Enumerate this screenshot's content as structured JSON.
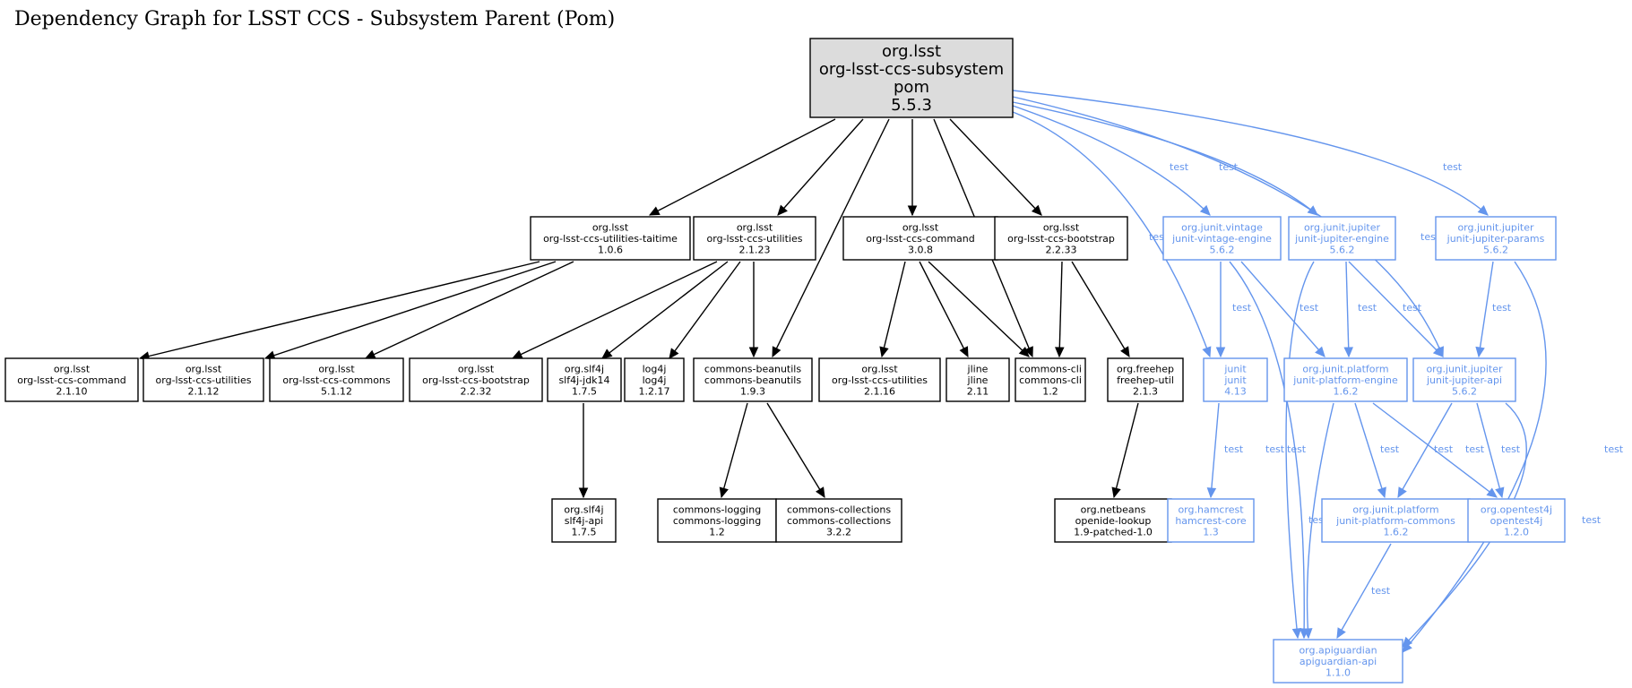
{
  "title": "Dependency Graph for LSST CCS - Subsystem Parent (Pom)",
  "colors": {
    "normal": "#000000",
    "test": "#6495ed",
    "root_fill": "#dcdcdc"
  },
  "nodes": [
    {
      "id": "root",
      "group": "org.lsst",
      "artifact": "org-lsst-ccs-subsystem",
      "version": "pom",
      "extra": "5.5.3",
      "style": "root"
    },
    {
      "id": "util-taitime",
      "group": "org.lsst",
      "artifact": "org-lsst-ccs-utilities-taitime",
      "version": "1.0.6",
      "style": "normal"
    },
    {
      "id": "util-2123",
      "group": "org.lsst",
      "artifact": "org-lsst-ccs-utilities",
      "version": "2.1.23",
      "style": "normal"
    },
    {
      "id": "command-308",
      "group": "org.lsst",
      "artifact": "org-lsst-ccs-command",
      "version": "3.0.8",
      "style": "normal"
    },
    {
      "id": "bootstrap-2233",
      "group": "org.lsst",
      "artifact": "org-lsst-ccs-bootstrap",
      "version": "2.2.33",
      "style": "normal"
    },
    {
      "id": "vintage-engine",
      "group": "org.junit.vintage",
      "artifact": "junit-vintage-engine",
      "version": "5.6.2",
      "style": "test"
    },
    {
      "id": "jupiter-engine",
      "group": "org.junit.jupiter",
      "artifact": "junit-jupiter-engine",
      "version": "5.6.2",
      "style": "test"
    },
    {
      "id": "jupiter-params",
      "group": "org.junit.jupiter",
      "artifact": "junit-jupiter-params",
      "version": "5.6.2",
      "style": "test"
    },
    {
      "id": "command-2110",
      "group": "org.lsst",
      "artifact": "org-lsst-ccs-command",
      "version": "2.1.10",
      "style": "normal"
    },
    {
      "id": "util-2112",
      "group": "org.lsst",
      "artifact": "org-lsst-ccs-utilities",
      "version": "2.1.12",
      "style": "normal"
    },
    {
      "id": "commons-5112",
      "group": "org.lsst",
      "artifact": "org-lsst-ccs-commons",
      "version": "5.1.12",
      "style": "normal"
    },
    {
      "id": "bootstrap-2232",
      "group": "org.lsst",
      "artifact": "org-lsst-ccs-bootstrap",
      "version": "2.2.32",
      "style": "normal"
    },
    {
      "id": "slf4j-jdk14",
      "group": "org.slf4j",
      "artifact": "slf4j-jdk14",
      "version": "1.7.5",
      "style": "normal"
    },
    {
      "id": "log4j",
      "group": "log4j",
      "artifact": "log4j",
      "version": "1.2.17",
      "style": "normal"
    },
    {
      "id": "beanutils",
      "group": "commons-beanutils",
      "artifact": "commons-beanutils",
      "version": "1.9.3",
      "style": "normal"
    },
    {
      "id": "util-2116",
      "group": "org.lsst",
      "artifact": "org-lsst-ccs-utilities",
      "version": "2.1.16",
      "style": "normal"
    },
    {
      "id": "jline",
      "group": "jline",
      "artifact": "jline",
      "version": "2.11",
      "style": "normal"
    },
    {
      "id": "commons-cli",
      "group": "commons-cli",
      "artifact": "commons-cli",
      "version": "1.2",
      "style": "normal"
    },
    {
      "id": "freehep",
      "group": "org.freehep",
      "artifact": "freehep-util",
      "version": "2.1.3",
      "style": "normal"
    },
    {
      "id": "junit",
      "group": "junit",
      "artifact": "junit",
      "version": "4.13",
      "style": "test"
    },
    {
      "id": "platform-engine",
      "group": "org.junit.platform",
      "artifact": "junit-platform-engine",
      "version": "1.6.2",
      "style": "test"
    },
    {
      "id": "jupiter-api",
      "group": "org.junit.jupiter",
      "artifact": "junit-jupiter-api",
      "version": "5.6.2",
      "style": "test"
    },
    {
      "id": "slf4j-api",
      "group": "org.slf4j",
      "artifact": "slf4j-api",
      "version": "1.7.5",
      "style": "normal"
    },
    {
      "id": "commons-logging",
      "group": "commons-logging",
      "artifact": "commons-logging",
      "version": "1.2",
      "style": "normal"
    },
    {
      "id": "commons-collections",
      "group": "commons-collections",
      "artifact": "commons-collections",
      "version": "3.2.2",
      "style": "normal"
    },
    {
      "id": "openide",
      "group": "org.netbeans",
      "artifact": "openide-lookup",
      "version": "1.9-patched-1.0",
      "style": "normal"
    },
    {
      "id": "hamcrest",
      "group": "org.hamcrest",
      "artifact": "hamcrest-core",
      "version": "1.3",
      "style": "test"
    },
    {
      "id": "platform-commons",
      "group": "org.junit.platform",
      "artifact": "junit-platform-commons",
      "version": "1.6.2",
      "style": "test"
    },
    {
      "id": "opentest4j",
      "group": "org.opentest4j",
      "artifact": "opentest4j",
      "version": "1.2.0",
      "style": "test"
    },
    {
      "id": "apiguardian",
      "group": "org.apiguardian",
      "artifact": "apiguardian-api",
      "version": "1.1.0",
      "style": "test"
    }
  ],
  "edges": [
    {
      "id": "root-taitime",
      "from": "root",
      "to": "util-taitime",
      "style": "normal",
      "label": ""
    },
    {
      "id": "root-util",
      "from": "root",
      "to": "util-2123",
      "style": "normal",
      "label": ""
    },
    {
      "id": "root-beanutils",
      "from": "root",
      "to": "beanutils",
      "style": "normal",
      "label": ""
    },
    {
      "id": "root-command",
      "from": "root",
      "to": "command-308",
      "style": "normal",
      "label": ""
    },
    {
      "id": "root-cli",
      "from": "root",
      "to": "commons-cli",
      "style": "normal",
      "label": ""
    },
    {
      "id": "root-bootstrap",
      "from": "root",
      "to": "bootstrap-2233",
      "style": "normal",
      "label": ""
    },
    {
      "id": "root-junit",
      "from": "root",
      "to": "junit",
      "style": "test",
      "label": "test"
    },
    {
      "id": "root-vintage",
      "from": "root",
      "to": "vintage-engine",
      "style": "test",
      "label": "test"
    },
    {
      "id": "root-jengine",
      "from": "root",
      "to": "jupiter-engine",
      "style": "test",
      "label": "test"
    },
    {
      "id": "root-japi",
      "from": "root",
      "to": "jupiter-api",
      "style": "test",
      "label": "test"
    },
    {
      "id": "root-params",
      "from": "root",
      "to": "jupiter-params",
      "style": "test",
      "label": "test"
    },
    {
      "id": "taitime-cmd2110",
      "from": "util-taitime",
      "to": "command-2110",
      "style": "normal",
      "label": ""
    },
    {
      "id": "taitime-util2112",
      "from": "util-taitime",
      "to": "util-2112",
      "style": "normal",
      "label": ""
    },
    {
      "id": "taitime-commons",
      "from": "util-taitime",
      "to": "commons-5112",
      "style": "normal",
      "label": ""
    },
    {
      "id": "util-bootstrap2232",
      "from": "util-2123",
      "to": "bootstrap-2232",
      "style": "normal",
      "label": ""
    },
    {
      "id": "util-slf4jjdk",
      "from": "util-2123",
      "to": "slf4j-jdk14",
      "style": "normal",
      "label": ""
    },
    {
      "id": "util-log4j",
      "from": "util-2123",
      "to": "log4j",
      "style": "normal",
      "label": ""
    },
    {
      "id": "util-beanutils",
      "from": "util-2123",
      "to": "beanutils",
      "style": "normal",
      "label": ""
    },
    {
      "id": "cmd-util2116",
      "from": "command-308",
      "to": "util-2116",
      "style": "normal",
      "label": ""
    },
    {
      "id": "cmd-jline",
      "from": "command-308",
      "to": "jline",
      "style": "normal",
      "label": ""
    },
    {
      "id": "cmd-cli",
      "from": "command-308",
      "to": "commons-cli",
      "style": "normal",
      "label": ""
    },
    {
      "id": "boot-cli",
      "from": "bootstrap-2233",
      "to": "commons-cli",
      "style": "normal",
      "label": ""
    },
    {
      "id": "boot-freehep",
      "from": "bootstrap-2233",
      "to": "freehep",
      "style": "normal",
      "label": ""
    },
    {
      "id": "slf4jjdk-api",
      "from": "slf4j-jdk14",
      "to": "slf4j-api",
      "style": "normal",
      "label": ""
    },
    {
      "id": "bean-logging",
      "from": "beanutils",
      "to": "commons-logging",
      "style": "normal",
      "label": ""
    },
    {
      "id": "bean-collections",
      "from": "beanutils",
      "to": "commons-collections",
      "style": "normal",
      "label": ""
    },
    {
      "id": "freehep-openide",
      "from": "freehep",
      "to": "openide",
      "style": "normal",
      "label": ""
    },
    {
      "id": "vintage-junit",
      "from": "vintage-engine",
      "to": "junit",
      "style": "test",
      "label": "test"
    },
    {
      "id": "vintage-pengine",
      "from": "vintage-engine",
      "to": "platform-engine",
      "style": "test",
      "label": "test"
    },
    {
      "id": "vintage-apig",
      "from": "vintage-engine",
      "to": "apiguardian",
      "style": "test",
      "label": "test"
    },
    {
      "id": "jengine-apig",
      "from": "jupiter-engine",
      "to": "apiguardian",
      "style": "test",
      "label": "test"
    },
    {
      "id": "jengine-pengine",
      "from": "jupiter-engine",
      "to": "platform-engine",
      "style": "test",
      "label": "test"
    },
    {
      "id": "jengine-japi",
      "from": "jupiter-engine",
      "to": "jupiter-api",
      "style": "test",
      "label": "test"
    },
    {
      "id": "params-japi",
      "from": "jupiter-params",
      "to": "jupiter-api",
      "style": "test",
      "label": "test"
    },
    {
      "id": "params-apig",
      "from": "jupiter-params",
      "to": "apiguardian",
      "style": "test",
      "label": "test"
    },
    {
      "id": "junit-hamcrest",
      "from": "junit",
      "to": "hamcrest",
      "style": "test",
      "label": "test"
    },
    {
      "id": "pengine-apig",
      "from": "platform-engine",
      "to": "apiguardian",
      "style": "test",
      "label": "test"
    },
    {
      "id": "pengine-pcommons",
      "from": "platform-engine",
      "to": "platform-commons",
      "style": "test",
      "label": "test"
    },
    {
      "id": "pengine-ot4j",
      "from": "platform-engine",
      "to": "opentest4j",
      "style": "test",
      "label": "test"
    },
    {
      "id": "japi-pcommons",
      "from": "jupiter-api",
      "to": "platform-commons",
      "style": "test",
      "label": "test"
    },
    {
      "id": "japi-ot4j",
      "from": "jupiter-api",
      "to": "opentest4j",
      "style": "test",
      "label": "test"
    },
    {
      "id": "japi-apig",
      "from": "jupiter-api",
      "to": "apiguardian",
      "style": "test",
      "label": "test"
    },
    {
      "id": "pcommons-apig",
      "from": "platform-commons",
      "to": "apiguardian",
      "style": "test",
      "label": "test"
    }
  ]
}
